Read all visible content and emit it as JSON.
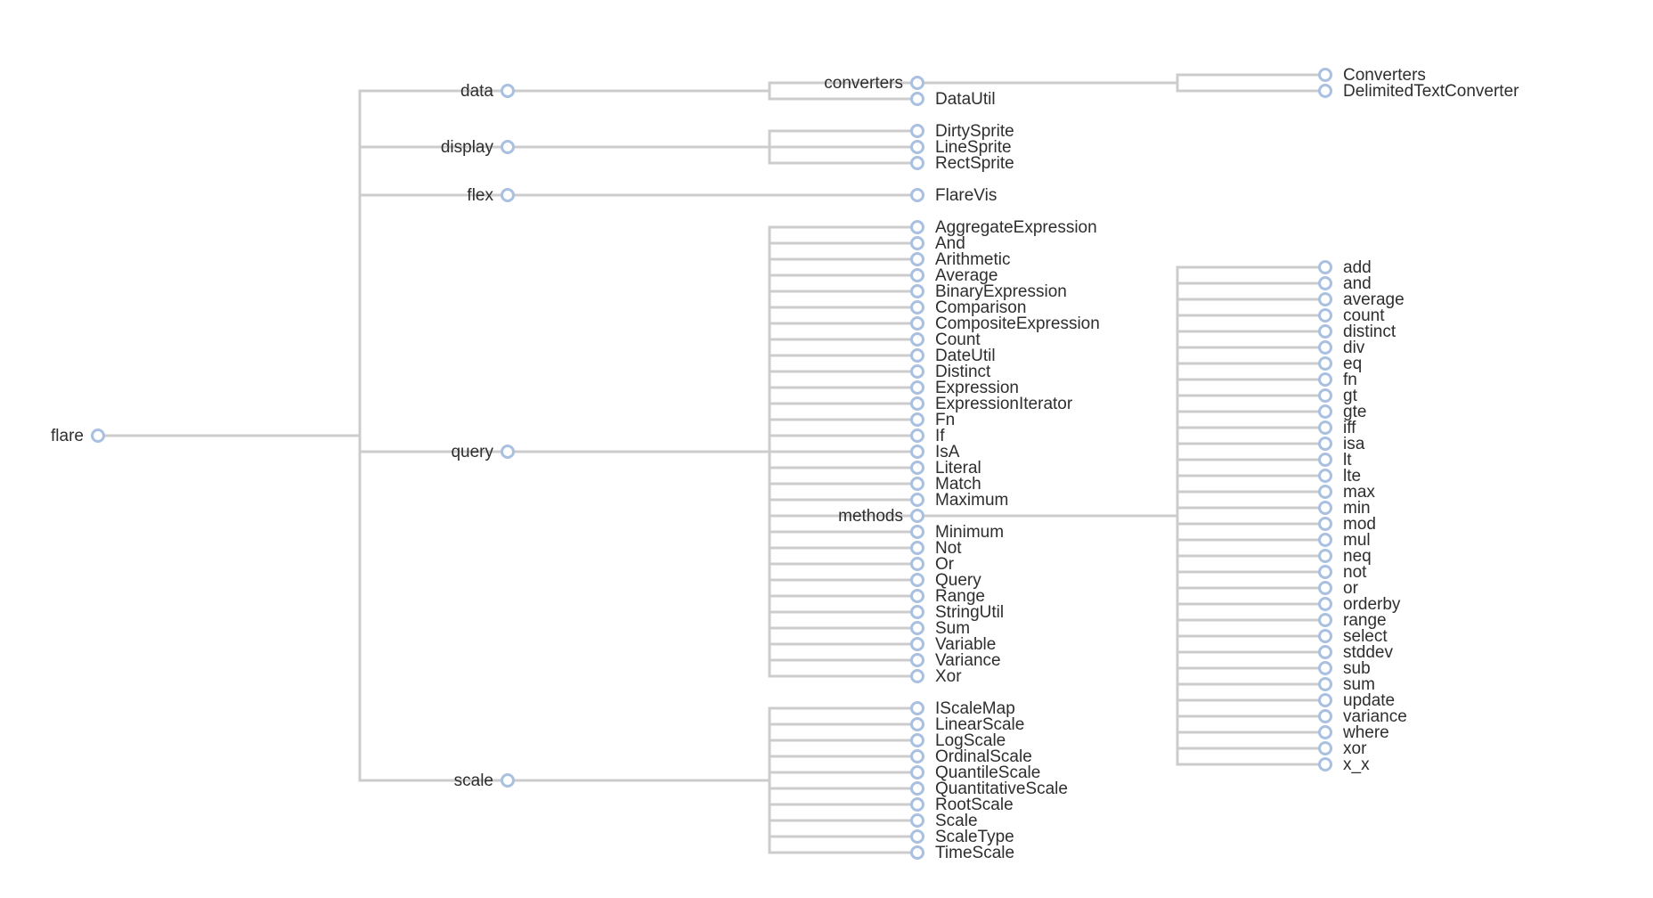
{
  "colors": {
    "background": "#ffffff",
    "link": "#cccccc",
    "node_fill": "#ffffff",
    "node_stroke": "#a9c0e0",
    "label": "#2e2e2e"
  },
  "tree": {
    "name": "flare",
    "children": [
      {
        "name": "data",
        "children": [
          {
            "name": "converters",
            "children": [
              {
                "name": "Converters"
              },
              {
                "name": "DelimitedTextConverter"
              }
            ]
          },
          {
            "name": "DataUtil"
          }
        ]
      },
      {
        "name": "display",
        "children": [
          {
            "name": "DirtySprite"
          },
          {
            "name": "LineSprite"
          },
          {
            "name": "RectSprite"
          }
        ]
      },
      {
        "name": "flex",
        "children": [
          {
            "name": "FlareVis"
          }
        ]
      },
      {
        "name": "query",
        "children": [
          {
            "name": "AggregateExpression"
          },
          {
            "name": "And"
          },
          {
            "name": "Arithmetic"
          },
          {
            "name": "Average"
          },
          {
            "name": "BinaryExpression"
          },
          {
            "name": "Comparison"
          },
          {
            "name": "CompositeExpression"
          },
          {
            "name": "Count"
          },
          {
            "name": "DateUtil"
          },
          {
            "name": "Distinct"
          },
          {
            "name": "Expression"
          },
          {
            "name": "ExpressionIterator"
          },
          {
            "name": "Fn"
          },
          {
            "name": "If"
          },
          {
            "name": "IsA"
          },
          {
            "name": "Literal"
          },
          {
            "name": "Match"
          },
          {
            "name": "Maximum"
          },
          {
            "name": "methods",
            "children": [
              {
                "name": "add"
              },
              {
                "name": "and"
              },
              {
                "name": "average"
              },
              {
                "name": "count"
              },
              {
                "name": "distinct"
              },
              {
                "name": "div"
              },
              {
                "name": "eq"
              },
              {
                "name": "fn"
              },
              {
                "name": "gt"
              },
              {
                "name": "gte"
              },
              {
                "name": "iff"
              },
              {
                "name": "isa"
              },
              {
                "name": "lt"
              },
              {
                "name": "lte"
              },
              {
                "name": "max"
              },
              {
                "name": "min"
              },
              {
                "name": "mod"
              },
              {
                "name": "mul"
              },
              {
                "name": "neq"
              },
              {
                "name": "not"
              },
              {
                "name": "or"
              },
              {
                "name": "orderby"
              },
              {
                "name": "range"
              },
              {
                "name": "select"
              },
              {
                "name": "stddev"
              },
              {
                "name": "sub"
              },
              {
                "name": "sum"
              },
              {
                "name": "update"
              },
              {
                "name": "variance"
              },
              {
                "name": "where"
              },
              {
                "name": "xor"
              },
              {
                "name": "x_x"
              }
            ]
          },
          {
            "name": "Minimum"
          },
          {
            "name": "Not"
          },
          {
            "name": "Or"
          },
          {
            "name": "Query"
          },
          {
            "name": "Range"
          },
          {
            "name": "StringUtil"
          },
          {
            "name": "Sum"
          },
          {
            "name": "Variable"
          },
          {
            "name": "Variance"
          },
          {
            "name": "Xor"
          }
        ]
      },
      {
        "name": "scale",
        "children": [
          {
            "name": "IScaleMap"
          },
          {
            "name": "LinearScale"
          },
          {
            "name": "LogScale"
          },
          {
            "name": "OrdinalScale"
          },
          {
            "name": "QuantileScale"
          },
          {
            "name": "QuantitativeScale"
          },
          {
            "name": "RootScale"
          },
          {
            "name": "Scale"
          },
          {
            "name": "ScaleType"
          },
          {
            "name": "TimeScale"
          }
        ]
      }
    ]
  }
}
